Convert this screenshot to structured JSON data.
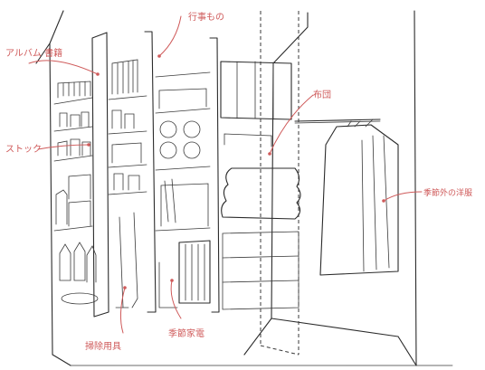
{
  "annotations": {
    "album_books": "アルバム 書籍",
    "stock": "ストック",
    "seasonal_items": "行事もの",
    "futon": "布団",
    "out_of_season_clothes": "季節外の洋服",
    "cleaning_tools": "掃除用具",
    "seasonal_appliances": "季節家電"
  },
  "colors": {
    "ink": "#2b2b2b",
    "annotation": "#cf5a5a",
    "paper": "#ffffff"
  }
}
